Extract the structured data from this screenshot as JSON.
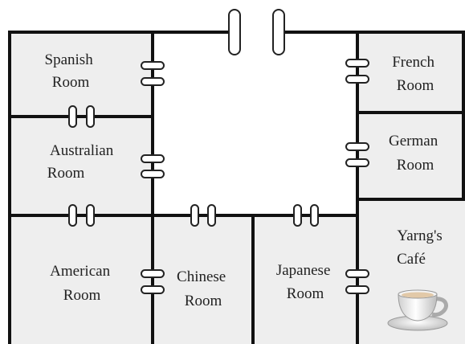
{
  "rooms": {
    "spanish": {
      "line1": "Spanish",
      "line2": "Room"
    },
    "australian": {
      "line1": "Australian",
      "line2": "Room"
    },
    "american": {
      "line1": "American",
      "line2": "Room"
    },
    "chinese": {
      "line1": "Chinese",
      "line2": "Room"
    },
    "japanese": {
      "line1": "Japanese",
      "line2": "Room"
    },
    "french": {
      "line1": "French",
      "line2": "Room"
    },
    "german": {
      "line1": "German",
      "line2": "Room"
    },
    "cafe": {
      "line1": "Yarng's",
      "line2": "Café"
    }
  },
  "icons": {
    "cafe": "coffee-cup-icon",
    "doors": "door-icon"
  },
  "colors": {
    "room_fill": "#eeeeee",
    "hall_fill": "#ffffff",
    "wall": "#111111"
  }
}
